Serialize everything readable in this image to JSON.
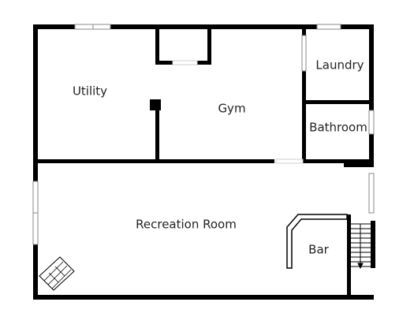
{
  "floor_plan": {
    "rooms": [
      {
        "id": "utility",
        "label": "Utility"
      },
      {
        "id": "gym",
        "label": "Gym"
      },
      {
        "id": "laundry",
        "label": "Laundry"
      },
      {
        "id": "bathroom",
        "label": "Bathroom"
      },
      {
        "id": "recreation",
        "label": "Recreation Room"
      },
      {
        "id": "bar",
        "label": "Bar"
      }
    ]
  },
  "colors": {
    "wall": "#000000",
    "background": "#ffffff",
    "window_line": "#888888",
    "label": "#222222"
  }
}
